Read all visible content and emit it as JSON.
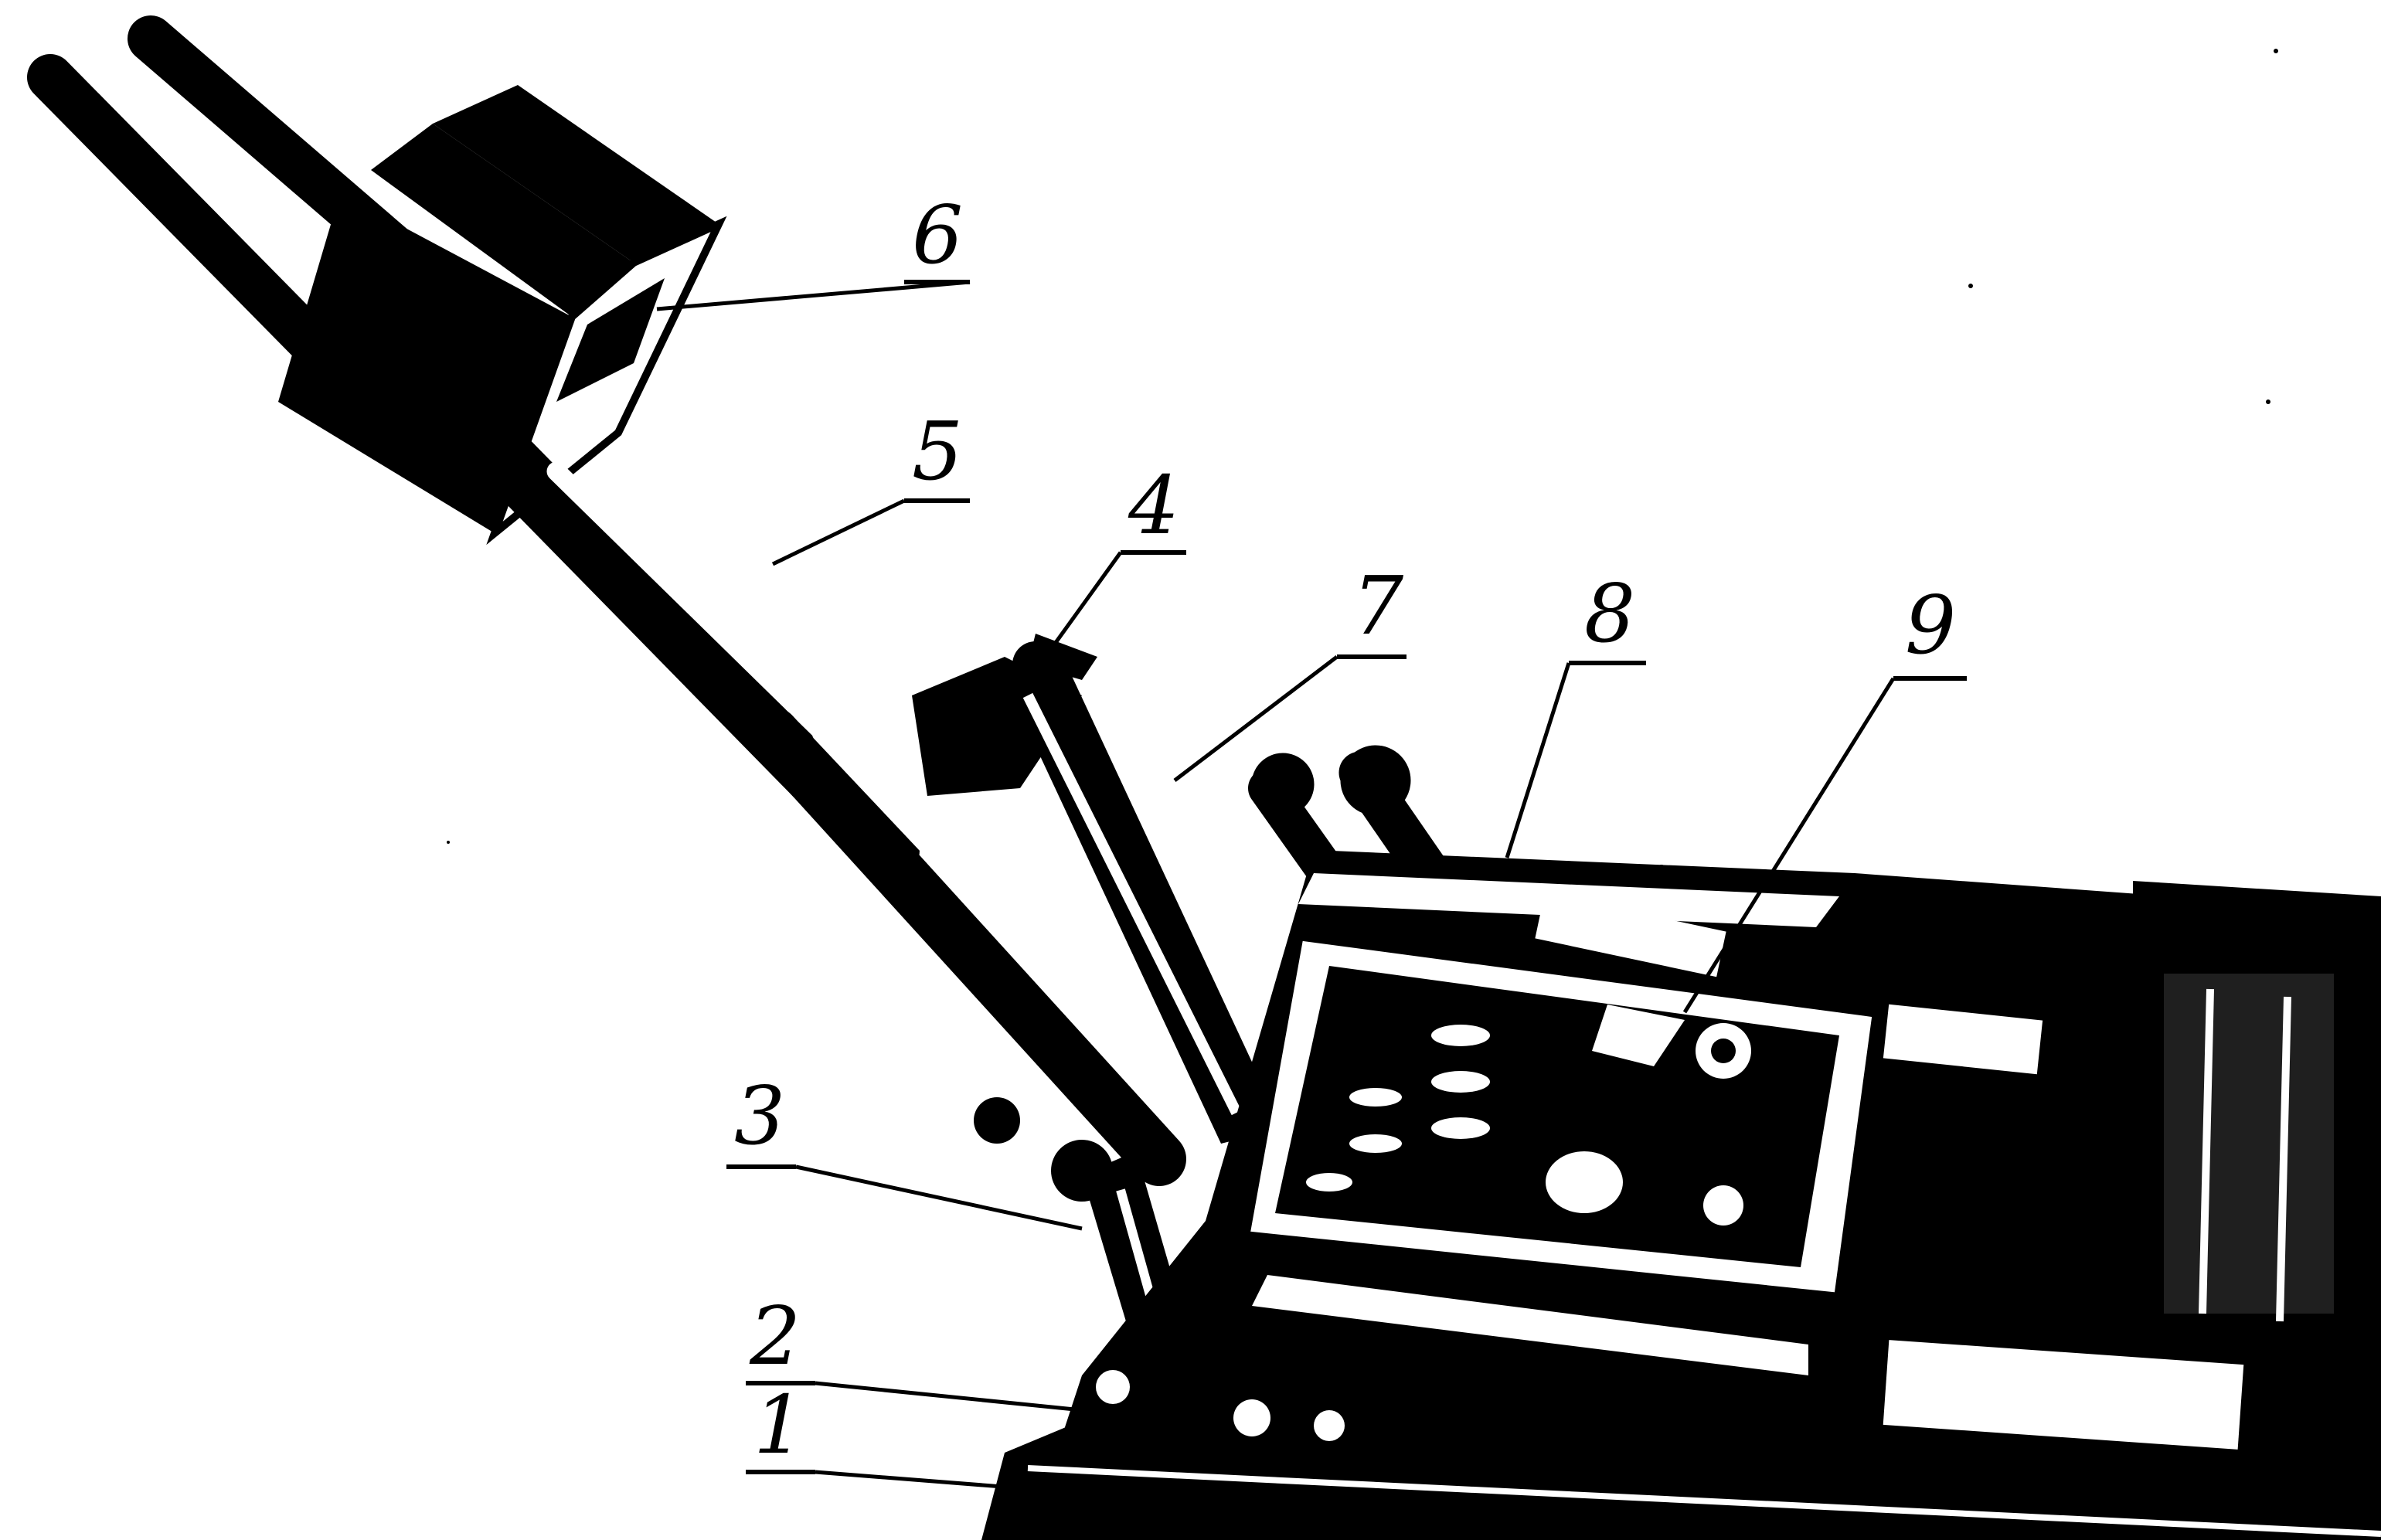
{
  "figure": {
    "ink_color": "#000000",
    "paper_color": "#ffffff",
    "callouts": [
      {
        "id": "1",
        "label": "1"
      },
      {
        "id": "2",
        "label": "2"
      },
      {
        "id": "3",
        "label": "3"
      },
      {
        "id": "4",
        "label": "4"
      },
      {
        "id": "5",
        "label": "5"
      },
      {
        "id": "6",
        "label": "6"
      },
      {
        "id": "7",
        "label": "7"
      },
      {
        "id": "8",
        "label": "8"
      },
      {
        "id": "9",
        "label": "9"
      }
    ]
  }
}
